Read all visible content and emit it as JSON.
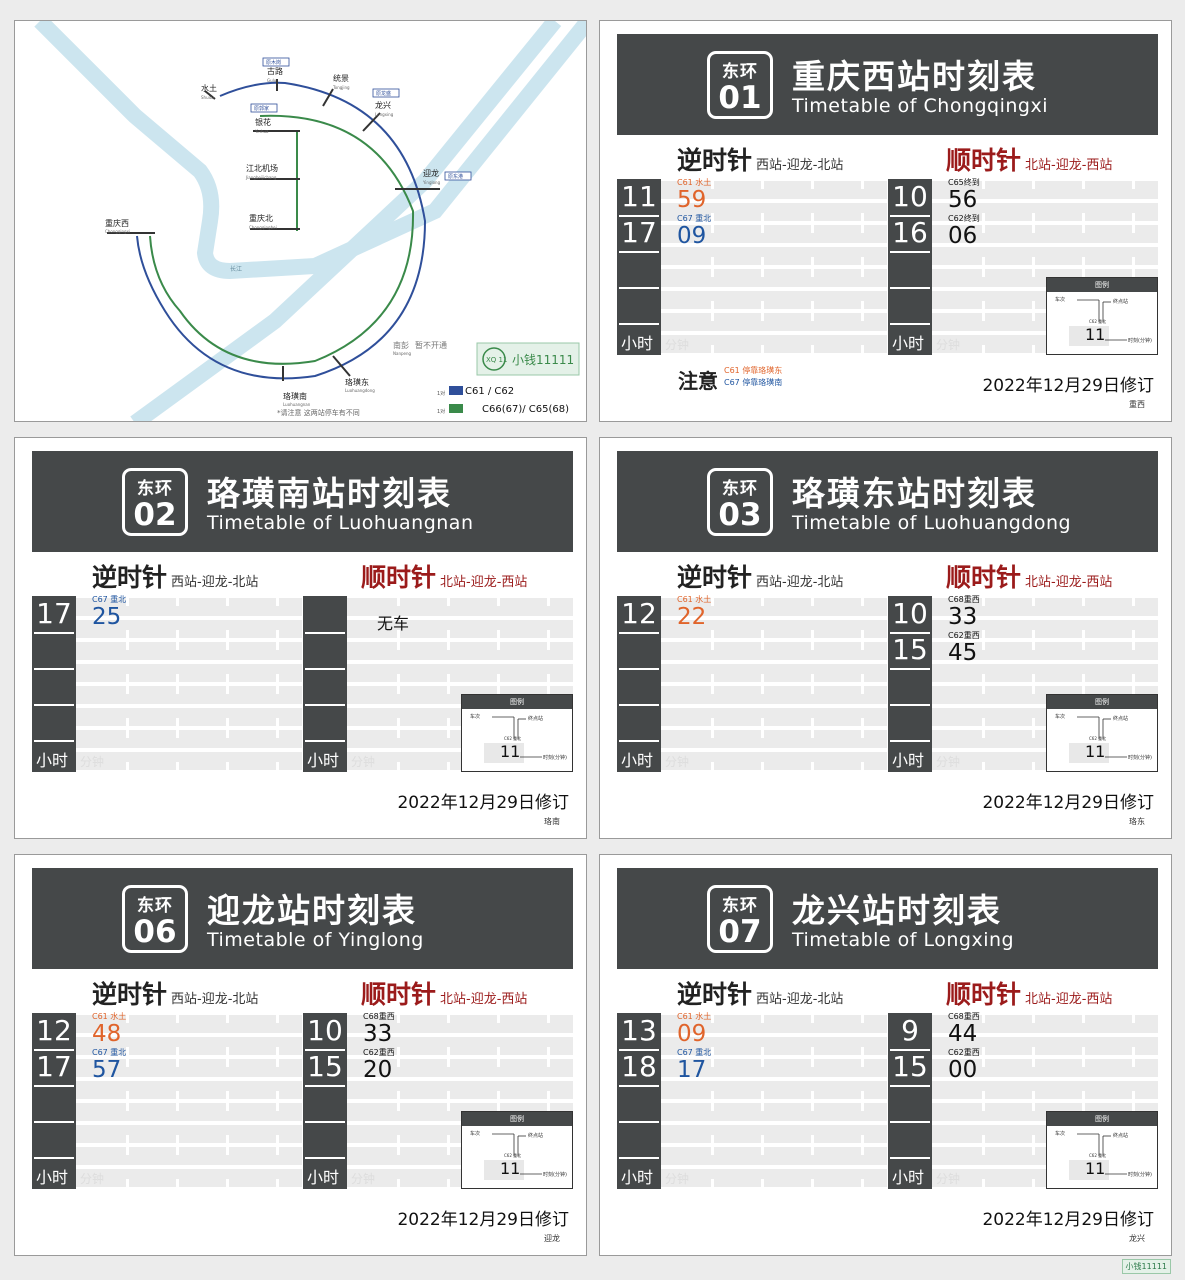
{
  "map": {
    "stations": [
      {
        "cn": "水土",
        "en": "Shuitu"
      },
      {
        "cn": "古路",
        "en": "Gulu",
        "transfer": "原木岗"
      },
      {
        "cn": "统景",
        "en": "Tongjing"
      },
      {
        "cn": "龙兴",
        "en": "Longxing",
        "transfer": "原龙盛"
      },
      {
        "cn": "银花",
        "en": "Yinhua",
        "transfer": "原郭家"
      },
      {
        "cn": "江北机场",
        "en": "Jiangbeijichang"
      },
      {
        "cn": "重庆北",
        "en": "Chongqingbei"
      },
      {
        "cn": "迎龙",
        "en": "Yinglong",
        "transfer": "原东港"
      },
      {
        "cn": "重庆西",
        "en": "Chongqingxi"
      },
      {
        "cn": "南彭",
        "en": "Nanpeng",
        "note": "暂不开通"
      },
      {
        "cn": "珞璜南",
        "en": "Luohuangnan"
      },
      {
        "cn": "珞璜东",
        "en": "Luohuangdong"
      }
    ],
    "river_label": "长江",
    "brand": "小钱11111",
    "brand_logo": "XQ 11",
    "legend": [
      {
        "label": "C61 / C62",
        "color": "#2f4f9a"
      },
      {
        "label": "C66(67)/ C65(68)",
        "color": "#3a8a4a"
      }
    ],
    "legend_prefix": "1对",
    "footnote": "*请注意 这两站停车有不同",
    "colors": {
      "line_blue": "#2f4f9a",
      "line_green": "#3a8a4a",
      "river": "#cce5ef"
    }
  },
  "timetables": [
    {
      "line_cn": "东环",
      "code": "01",
      "title_cn": "重庆西站时刻表",
      "title_en": "Timetable of Chongqingxi",
      "ccw": {
        "name": "逆时针",
        "sub": "西站-迎龙-北站",
        "rows": [
          {
            "hour": "11",
            "tag": "C61 水土",
            "minute": "59",
            "color": "orange"
          },
          {
            "hour": "17",
            "tag": "C67 重北",
            "minute": "09",
            "color": "blue"
          }
        ]
      },
      "cw": {
        "name": "顺时针",
        "sub": "北站-迎龙-西站",
        "rows": [
          {
            "hour": "10",
            "tag": "C65终到",
            "minute": "56",
            "color": "black"
          },
          {
            "hour": "16",
            "tag": "C62终到",
            "minute": "06",
            "color": "black"
          }
        ]
      },
      "note": {
        "label": "注意",
        "lines": [
          {
            "train": "C61",
            "text": "停靠珞璜东",
            "color": "orange"
          },
          {
            "train": "C67",
            "text": "停靠珞璜南",
            "color": "blue"
          }
        ]
      },
      "revised": "2022年12月29日修订",
      "abbr": "重西"
    },
    {
      "line_cn": "东环",
      "code": "02",
      "title_cn": "珞璜南站时刻表",
      "title_en": "Timetable of Luohuangnan",
      "ccw": {
        "name": "逆时针",
        "sub": "西站-迎龙-北站",
        "rows": [
          {
            "hour": "17",
            "tag": "C67 重北",
            "minute": "25",
            "color": "blue"
          }
        ]
      },
      "cw": {
        "name": "顺时针",
        "sub": "北站-迎龙-西站",
        "rows": [],
        "empty_text": "无车"
      },
      "revised": "2022年12月29日修订",
      "abbr": "珞南"
    },
    {
      "line_cn": "东环",
      "code": "03",
      "title_cn": "珞璜东站时刻表",
      "title_en": "Timetable of Luohuangdong",
      "ccw": {
        "name": "逆时针",
        "sub": "西站-迎龙-北站",
        "rows": [
          {
            "hour": "12",
            "tag": "C61 水土",
            "minute": "22",
            "color": "orange"
          }
        ]
      },
      "cw": {
        "name": "顺时针",
        "sub": "北站-迎龙-西站",
        "rows": [
          {
            "hour": "10",
            "tag": "C68重西",
            "minute": "33",
            "color": "black"
          },
          {
            "hour": "15",
            "tag": "C62重西",
            "minute": "45",
            "color": "black"
          }
        ]
      },
      "revised": "2022年12月29日修订",
      "abbr": "珞东"
    },
    {
      "line_cn": "东环",
      "code": "06",
      "title_cn": "迎龙站时刻表",
      "title_en": "Timetable of Yinglong",
      "ccw": {
        "name": "逆时针",
        "sub": "西站-迎龙-北站",
        "rows": [
          {
            "hour": "12",
            "tag": "C61 水土",
            "minute": "48",
            "color": "orange"
          },
          {
            "hour": "17",
            "tag": "C67 重北",
            "minute": "57",
            "color": "blue"
          }
        ]
      },
      "cw": {
        "name": "顺时针",
        "sub": "北站-迎龙-西站",
        "rows": [
          {
            "hour": "10",
            "tag": "C68重西",
            "minute": "33",
            "color": "black"
          },
          {
            "hour": "15",
            "tag": "C62重西",
            "minute": "20",
            "color": "black"
          }
        ]
      },
      "revised": "2022年12月29日修订",
      "abbr": "迎龙"
    },
    {
      "line_cn": "东环",
      "code": "07",
      "title_cn": "龙兴站时刻表",
      "title_en": "Timetable of Longxing",
      "ccw": {
        "name": "逆时针",
        "sub": "西站-迎龙-北站",
        "rows": [
          {
            "hour": "13",
            "tag": "C61 水土",
            "minute": "09",
            "color": "orange"
          },
          {
            "hour": "18",
            "tag": "C67 重北",
            "minute": "17",
            "color": "blue"
          }
        ]
      },
      "cw": {
        "name": "顺时针",
        "sub": "北站-迎龙-西站",
        "rows": [
          {
            "hour": "9",
            "tag": "C68重西",
            "minute": "44",
            "color": "black"
          },
          {
            "hour": "15",
            "tag": "C62重西",
            "minute": "00",
            "color": "black"
          }
        ]
      },
      "revised": "2022年12月29日修订",
      "abbr": "龙兴"
    }
  ],
  "labels": {
    "hour": "小时",
    "minute": "分钟",
    "legend_title": "图例",
    "legend_train": "车次",
    "legend_terminal": "终点站",
    "legend_sample_tag": "C62 重北",
    "legend_sample_hour": "11",
    "legend_time": "时刻(分钟)"
  },
  "watermark": "小钱11111",
  "colors": {
    "banner": "#454849",
    "orange": "#e0642b",
    "blue": "#1f55a0",
    "cw_red": "#9b1b1b"
  }
}
